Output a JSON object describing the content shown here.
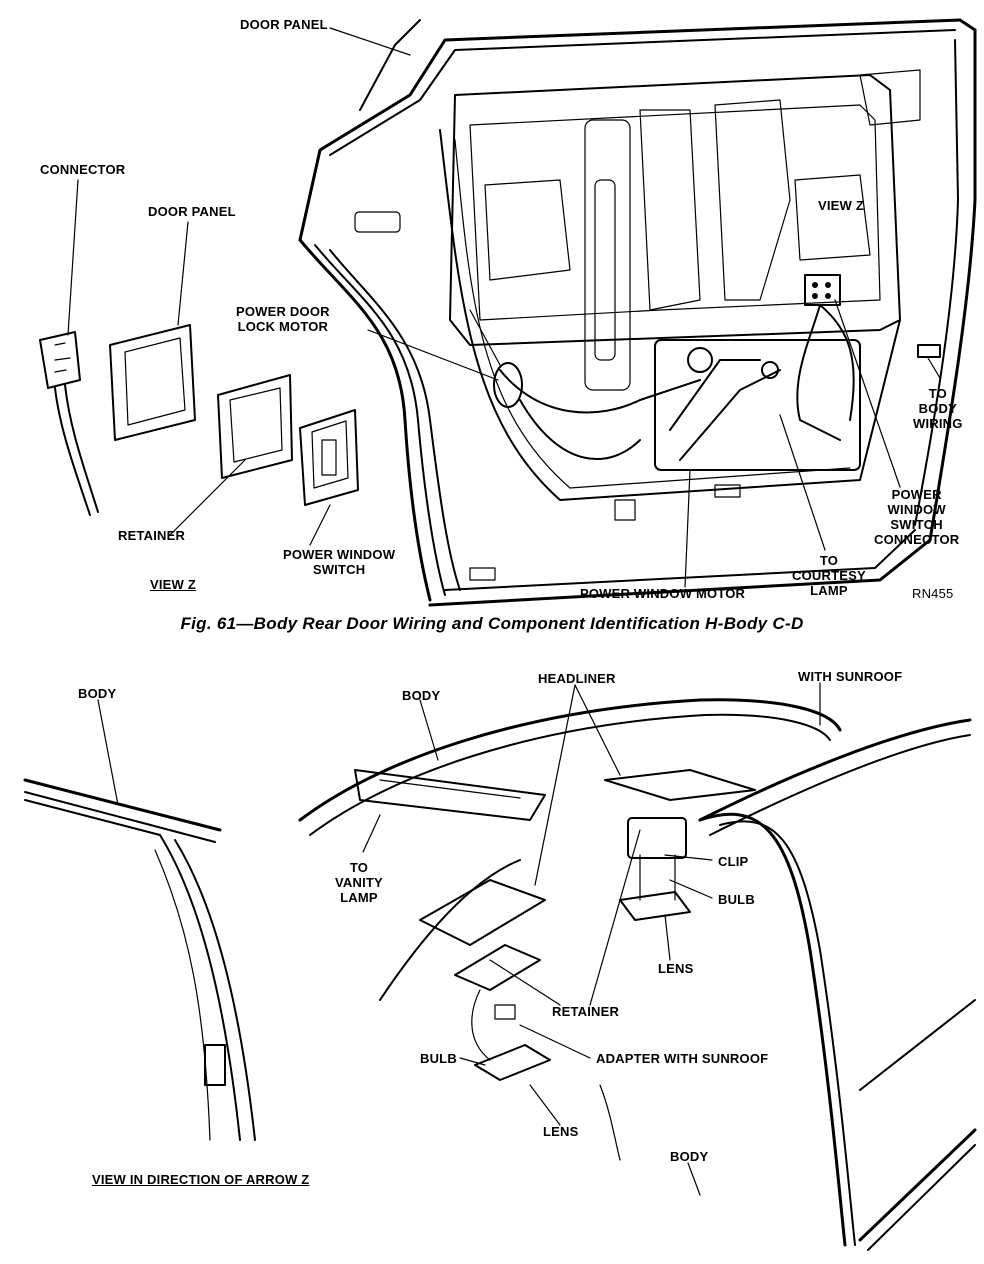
{
  "figure": {
    "caption": "Fig. 61—Body Rear Door Wiring and Component Identification H-Body C-D",
    "code": "RN455"
  },
  "top_diagram": {
    "labels": {
      "door_panel_top": "DOOR PANEL",
      "connector": "CONNECTOR",
      "door_panel_left": "DOOR PANEL",
      "power_door_lock_motor": "POWER DOOR\nLOCK MOTOR",
      "view_z_door": "VIEW Z",
      "to_body_wiring": "TO\nBODY\nWIRING",
      "power_window_switch_connector": "POWER\nWINDOW\nSWITCH\nCONNECTOR",
      "retainer": "RETAINER",
      "power_window_switch": "POWER WINDOW\nSWITCH",
      "view_z_caption": "VIEW Z",
      "power_window_motor": "POWER WINDOW MOTOR",
      "to_courtesy_lamp": "TO\nCOURTESY\nLAMP"
    }
  },
  "bottom_diagram": {
    "labels": {
      "body_left": "BODY",
      "body_mid": "BODY",
      "headliner": "HEADLINER",
      "with_sunroof": "WITH SUNROOF",
      "to_vanity_lamp": "TO\nVANITY\nLAMP",
      "clip": "CLIP",
      "bulb_right": "BULB",
      "lens_right": "LENS",
      "retainer": "RETAINER",
      "adapter_with_sunroof": "ADAPTER WITH SUNROOF",
      "bulb_left": "BULB",
      "lens_bottom": "LENS",
      "body_bottom": "BODY",
      "view_arrow_z": "VIEW IN DIRECTION OF ARROW Z"
    }
  }
}
